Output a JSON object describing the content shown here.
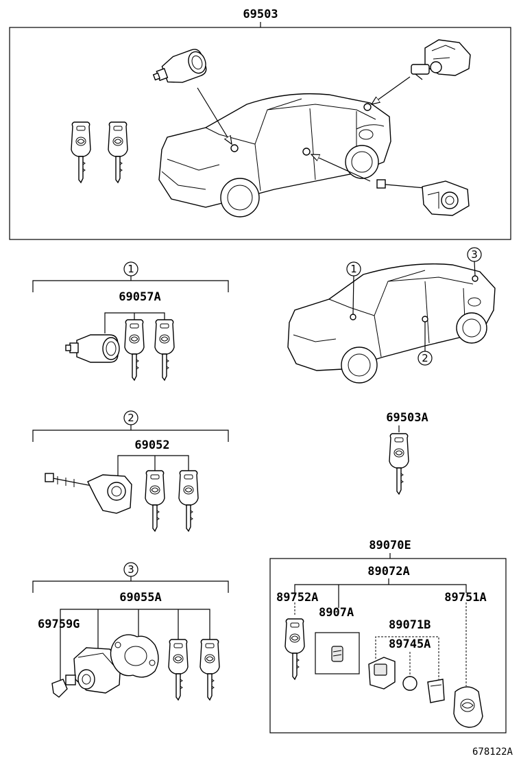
{
  "labels": {
    "top_assembly": "69503",
    "callout_1": "1",
    "callout_2": "2",
    "callout_3": "3",
    "group1_part": "69057A",
    "group2_part": "69052",
    "group3_part": "69055A",
    "group3_sub": "69759G",
    "spare_key": "69503A",
    "transmitter_set": "89070E",
    "transmitter_sub": "89072A",
    "key_left": "89752A",
    "key_plate": "8907A",
    "case": "89071B",
    "battery": "89745A",
    "fob": "89751A",
    "figure_id": "678122A"
  }
}
